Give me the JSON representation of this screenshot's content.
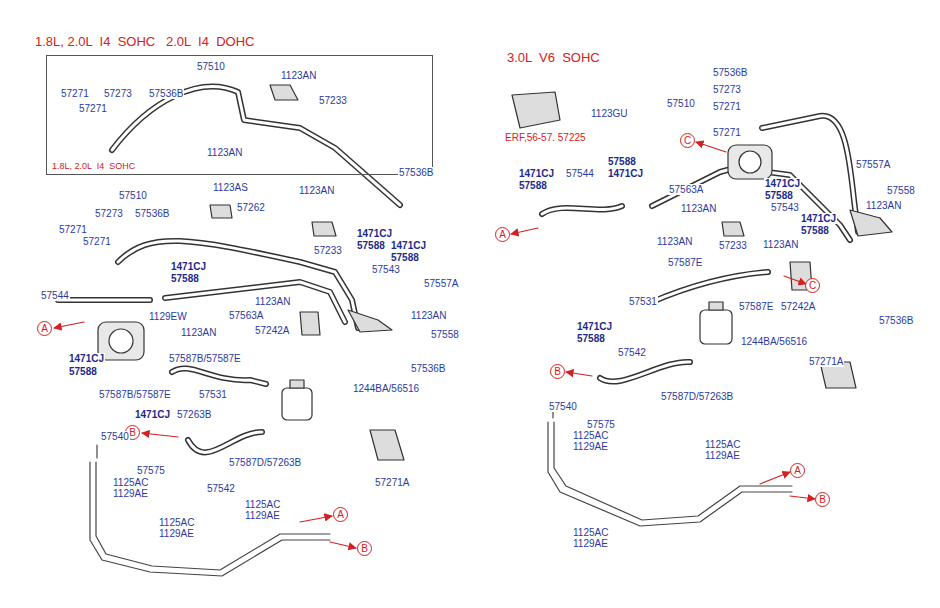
{
  "diagram": {
    "title": "1.8L, 2.0L  I4  SOHC   2.0L  I4  DOHC",
    "nodes": [
      {
        "text": [
          "1.8L, 2.0L  I4  SOHC"
        ]
      },
      {
        "text": [
          "A"
        ]
      },
      {
        "text": [
          "B"
        ]
      },
      {
        "text": [
          "A"
        ]
      },
      {
        "text": [
          "B"
        ]
      },
      {
        "text": [
          "C"
        ]
      },
      {
        "text": [
          "A"
        ]
      },
      {
        "text": [
          "C"
        ]
      },
      {
        "text": [
          "B"
        ]
      },
      {
        "text": [
          "A"
        ]
      },
      {
        "text": [
          "B"
        ]
      }
    ],
    "labels": [
      "57510",
      "57271",
      "57273",
      "57536B",
      "57271",
      "1123AN",
      "57233",
      "1123AN",
      "57536B",
      "57510",
      "57273",
      "57536B",
      "57271",
      "57271",
      "1123AS",
      "57262",
      "1123AN",
      "57233",
      "1471CJ",
      "57588",
      "1471CJ",
      "57588",
      "57543",
      "1471CJ",
      "57588",
      "57544",
      "57563A",
      "1123AN",
      "1129EW",
      "1123AN",
      "57242A",
      "57557A",
      "1123AN",
      "57558",
      "57536B",
      "1471CJ",
      "57588",
      "57587B/57587E",
      "57587B/57587E",
      "57531",
      "1244BA/56516",
      "1471CJ",
      "57263B",
      "57587D/57263B",
      "57542",
      "57271A",
      "57540",
      "57575",
      "1125AC",
      "1129AE",
      "1125AC",
      "1129AE",
      "1125AC",
      "1129AE",
      "3.0L  V6  SOHC",
      "57536B",
      "57273",
      "57510",
      "57271",
      "1123GU",
      "ERF,56-57. 57225",
      "57271",
      "57588",
      "1471CJ",
      "1471CJ",
      "57588",
      "57544",
      "57563A",
      "1471CJ",
      "57588",
      "57543",
      "1471CJ",
      "57588",
      "57557A",
      "57558",
      "1123AN",
      "1123AN",
      "1123AN",
      "57233",
      "1123AN",
      "57587E",
      "57531",
      "57587E",
      "57242A",
      "57536B",
      "1471CJ",
      "57588",
      "1244BA/56516",
      "57271A",
      "57542",
      "57587D/57263B",
      "57540",
      "57575",
      "1125AC",
      "1129AE",
      "1125AC",
      "1129AE",
      "1125AC",
      "1129AE"
    ]
  }
}
